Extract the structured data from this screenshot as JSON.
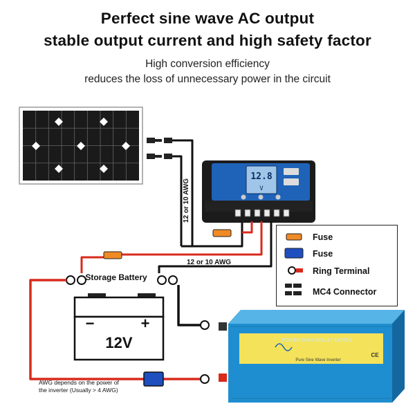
{
  "heading": {
    "line1": "Perfect sine wave AC output",
    "line2": "stable output current and high safety factor"
  },
  "subheading": {
    "line1": "High conversion efficiency",
    "line2": "reduces the loss of unnecessary power in the circuit"
  },
  "labels": {
    "awg_vertical": "12 or 10 AWG",
    "awg_horizontal": "12 or 10 AWG",
    "battery_title": "Storage Battery",
    "battery_voltage": "12V",
    "battery_minus": "−",
    "battery_plus": "+",
    "inverter_awg_note_1": "AWG depends on the power of",
    "inverter_awg_note_2": "the inverter (Usually > 4 AWG)",
    "inverter_brand": "POWER THAT REALLY MOVES",
    "inverter_subtitle": "Pure Sine Wave Inverter",
    "inverter_ce": "CE"
  },
  "legend": [
    {
      "label": "Fuse",
      "icon": "orange-fuse-icon"
    },
    {
      "label": "Fuse",
      "icon": "blue-fuse-icon"
    },
    {
      "label": "Ring Terminal",
      "icon": "ring-terminal-icon"
    },
    {
      "label": "MC4 Connector",
      "icon": "mc4-connector-icon"
    }
  ],
  "controller": {
    "display_value": "12.8",
    "display_unit": "V"
  },
  "colors": {
    "positive_wire": "#d92a1c",
    "negative_wire": "#111111",
    "orange_fuse": "#f08a24",
    "blue_fuse": "#1d4fbf",
    "controller_blue": "#1f63b8",
    "inverter_blue": "#1f8ed0",
    "inverter_yellow": "#f3e25a"
  }
}
